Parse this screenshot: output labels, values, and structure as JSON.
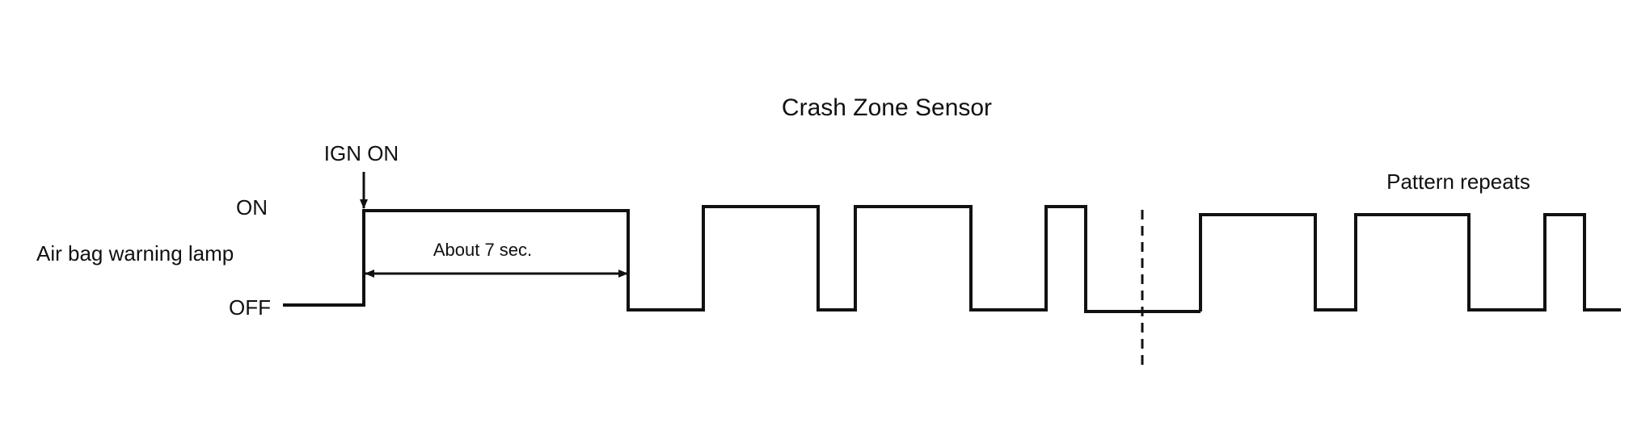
{
  "title": "Crash Zone Sensor",
  "signal_label": "Air bag warning lamp",
  "state_on_label": "ON",
  "state_off_label": "OFF",
  "ign_on_label": "IGN ON",
  "duration_label": "About 7 sec.",
  "repeat_label": "Pattern repeats",
  "colors": {
    "line": "#111111",
    "background": "#ffffff"
  },
  "waveform": {
    "levels": [
      "OFF",
      "ON"
    ],
    "pattern_repeats": true
  }
}
